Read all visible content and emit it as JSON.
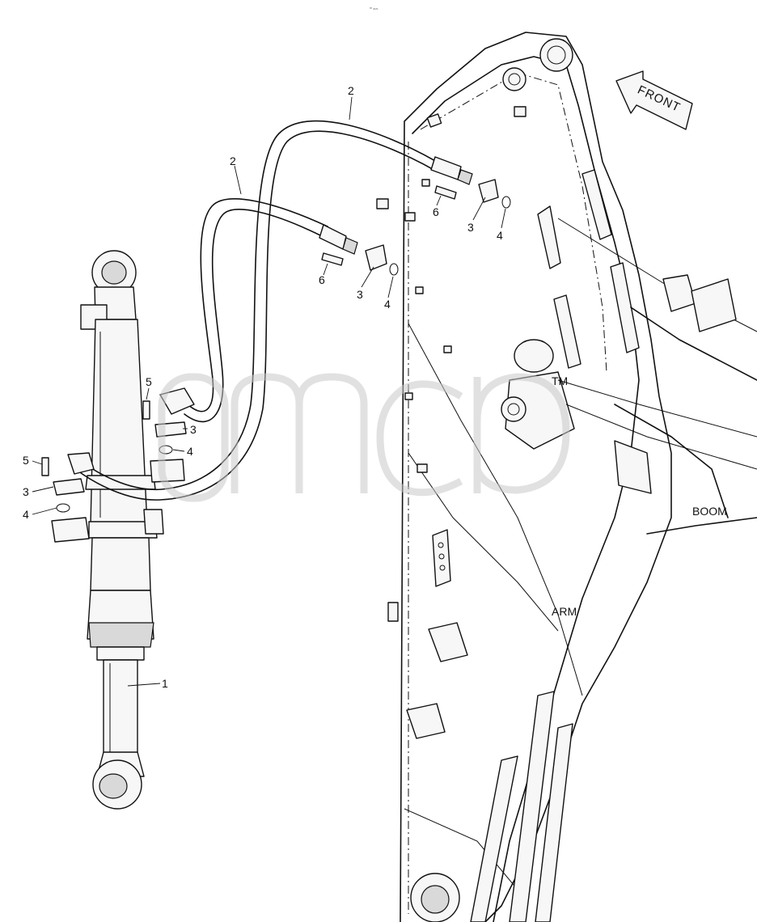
{
  "header": {
    "tiny_text": "ᵐ ₘₘ"
  },
  "direction_arrow": {
    "label": "FRONT"
  },
  "assembly_labels": {
    "boom": "BOOM",
    "arm": "ARM"
  },
  "watermark": {
    "trademark": "TM"
  },
  "callouts": {
    "cylinder": "1",
    "hose_upper": "2",
    "hose_lower": "2",
    "clamp_upper_right": "3",
    "clamp_upper_mid": "3",
    "clamp_cyl_top": "3",
    "clamp_cyl_left": "3",
    "oring_upper_right": "4",
    "oring_upper_mid": "4",
    "oring_cyl_top": "4",
    "oring_cyl_left": "4",
    "bolt_cyl_top": "5",
    "bolt_cyl_left": "5",
    "bolt_upper_right": "6",
    "bolt_upper_mid": "6"
  }
}
